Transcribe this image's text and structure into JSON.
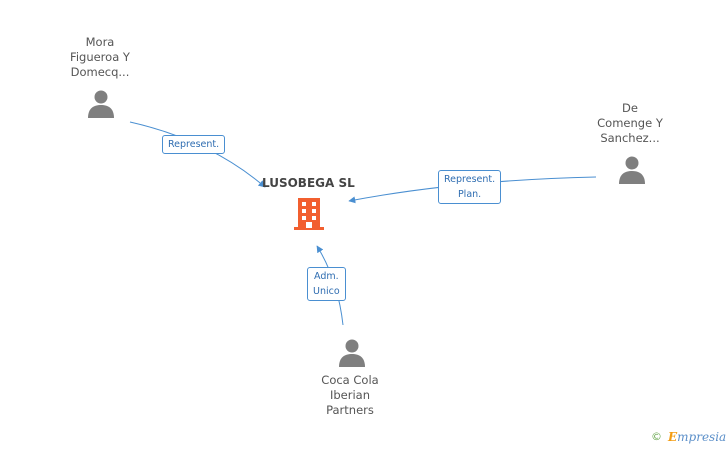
{
  "company": {
    "name": "LUSOBEGA SL",
    "icon": "building-icon",
    "color": "#f25f2f"
  },
  "nodes": [
    {
      "id": "mora",
      "lines": [
        "Mora",
        "Figueroa Y",
        "Domecq..."
      ],
      "icon": "person-icon"
    },
    {
      "id": "comenge",
      "lines": [
        "De",
        "Comenge Y",
        "Sanchez..."
      ],
      "icon": "person-icon"
    },
    {
      "id": "coca",
      "lines": [
        "Coca Cola",
        "Iberian",
        "Partners"
      ],
      "icon": "person-icon"
    }
  ],
  "edges": [
    {
      "from": "mora",
      "lines": [
        "Represent."
      ]
    },
    {
      "from": "comenge",
      "lines": [
        "Represent.",
        "Plan."
      ]
    },
    {
      "from": "coca",
      "lines": [
        "Adm.",
        "Unico"
      ]
    }
  ],
  "footer": {
    "copyright": "©",
    "brand_initial": "E",
    "brand_rest": "mpresia"
  },
  "colors": {
    "edge": "#4a8fd1",
    "person": "#7f7f7f",
    "text": "#555555"
  }
}
